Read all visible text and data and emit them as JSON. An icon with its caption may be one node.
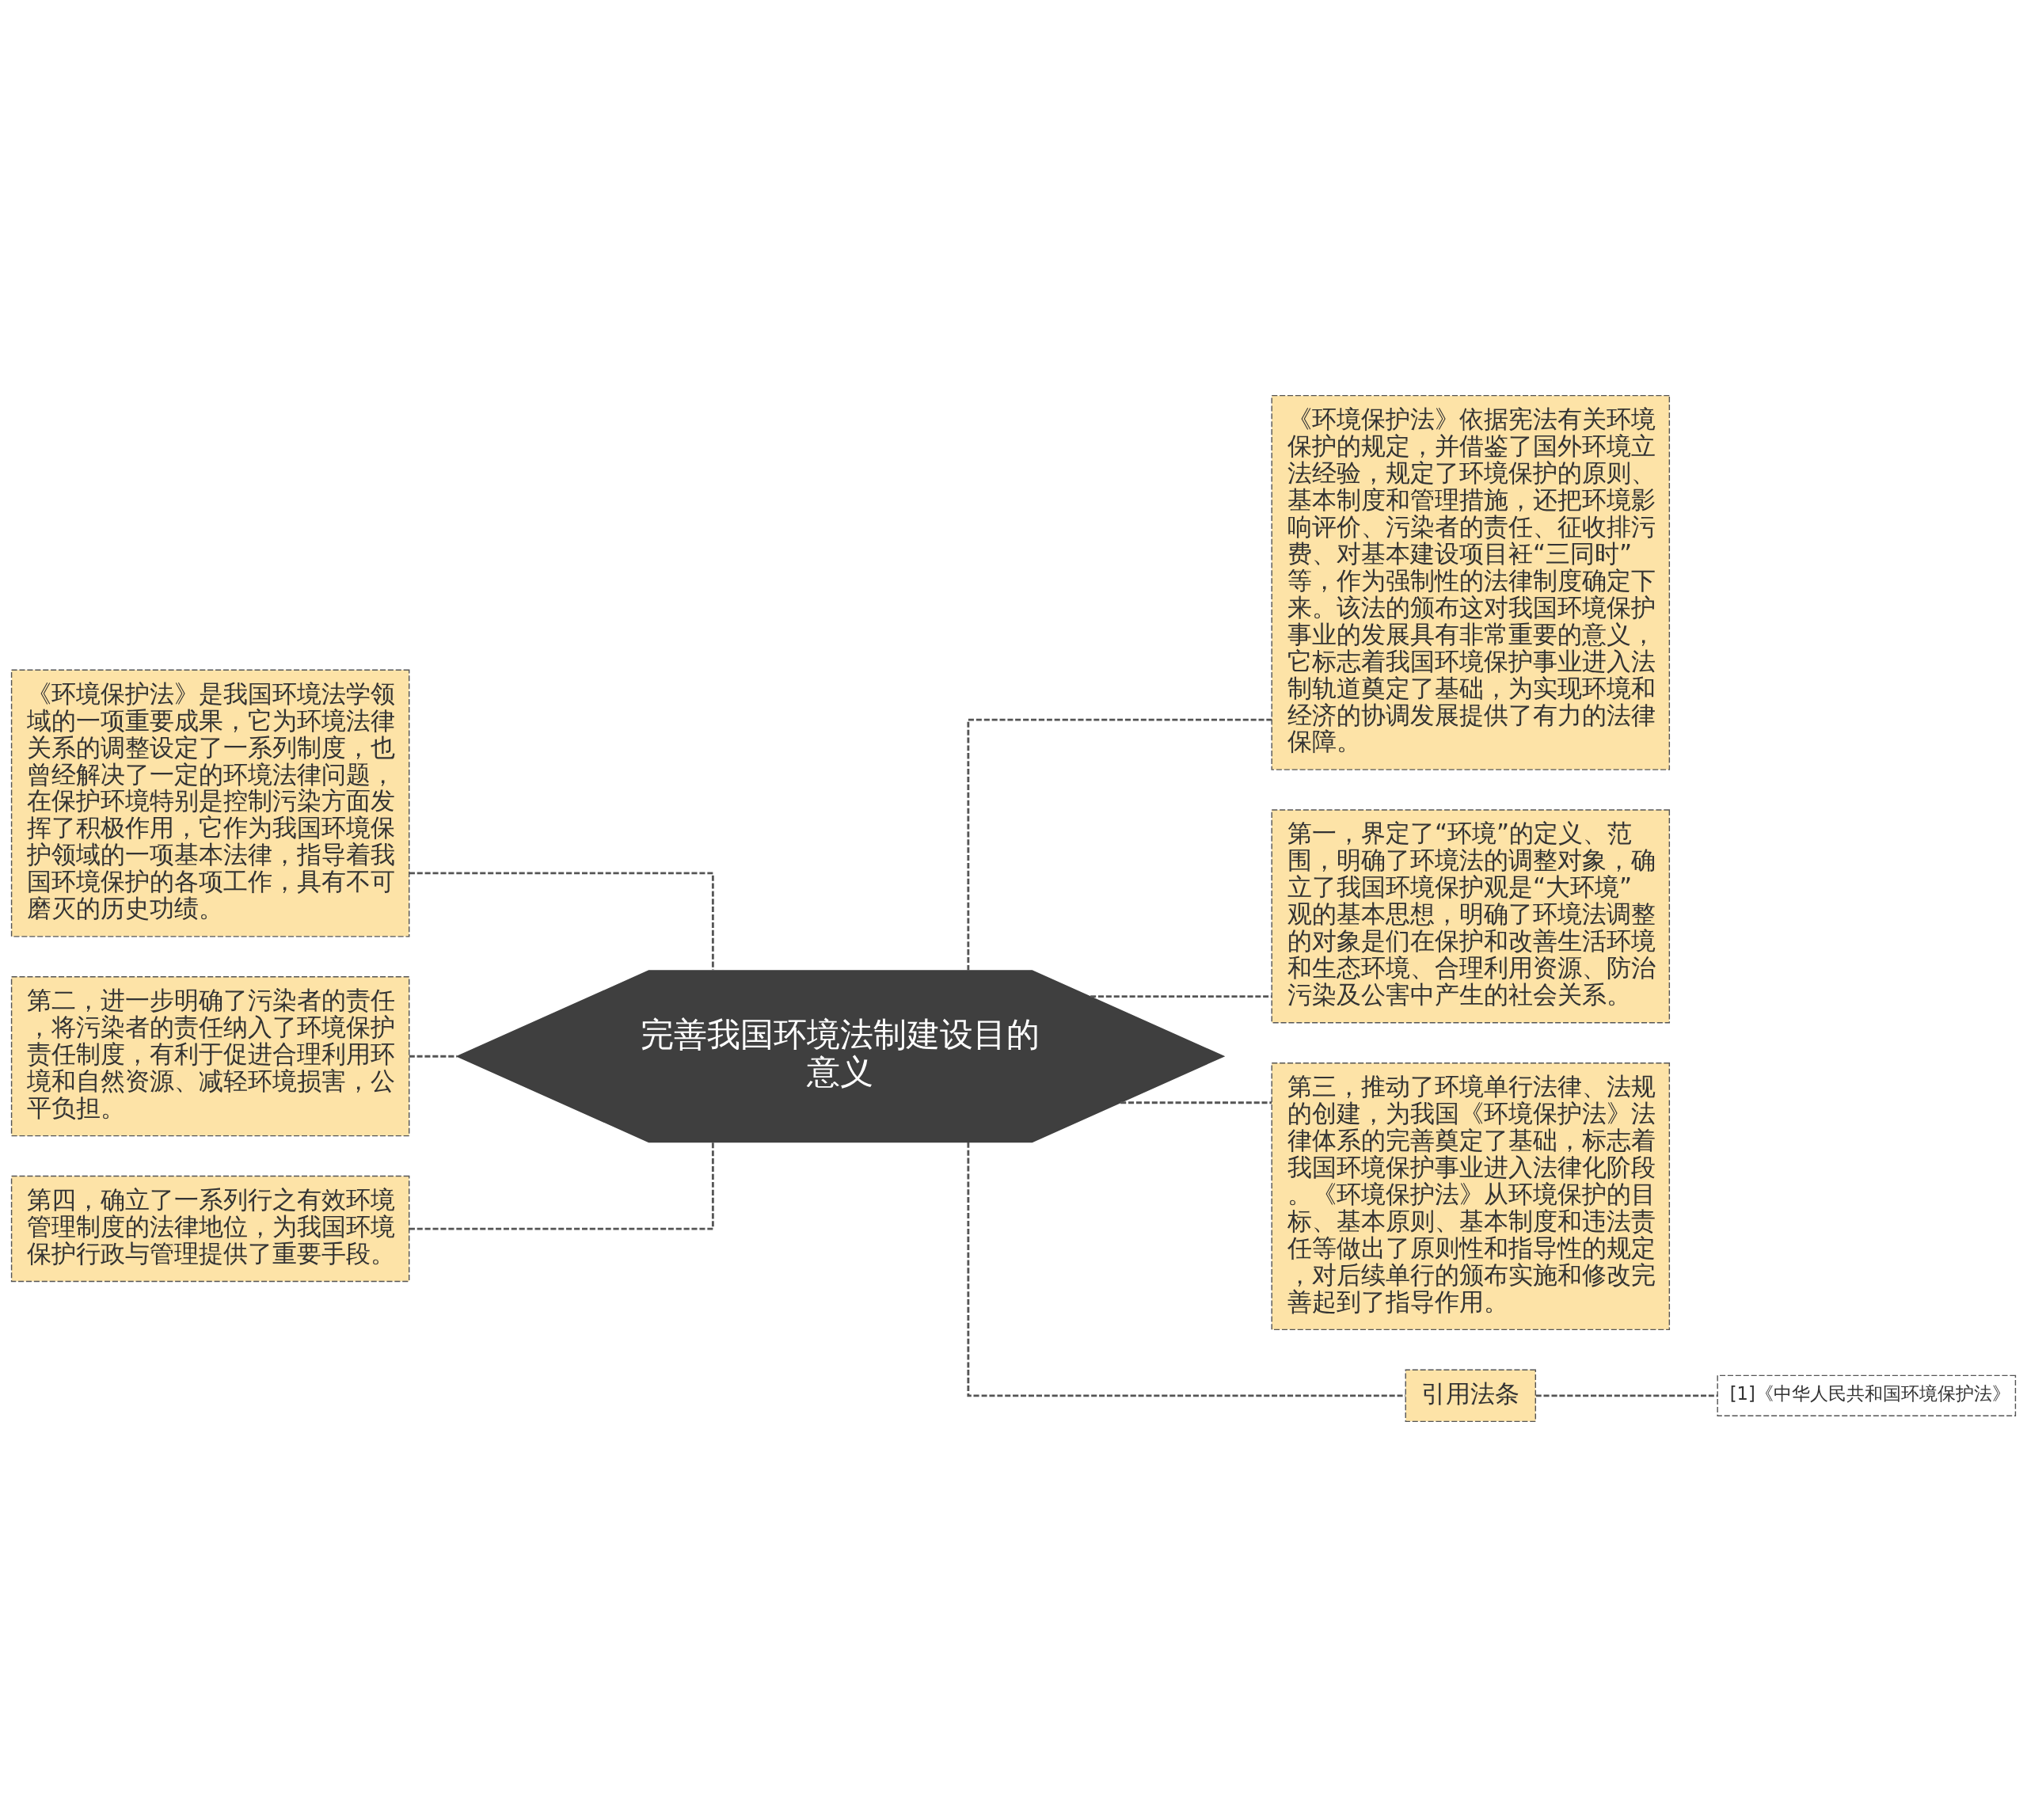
{
  "diagram": {
    "nodes": [
      {
        "text": [
          "完善我国环境法制建设目的意义"
        ]
      },
      {
        "text": [
          "《环境保护法》是我国环境法学领域的一项重要成果，它为环境法律关系的调整设定了一系列制度，也曾经解决了一定的环境法律问题，在保护环境特别是控制污染方面发挥了积极作用，它作为我国环境保护领域的一项基本法律，指导着我国环境保护的各项工作，具有不可磨灭的历史功绩。"
        ]
      },
      {
        "text": [
          "第二，进一步明确了污染者的责任，将污染者的责任纳入了环境保护责任制度，有利于促进合理利用环境和自然资源、减轻环境损害，公平负担。"
        ]
      },
      {
        "text": [
          "第四，确立了一系列行之有效环境管理制度的法律地位，为我国环境保护行政与管理提供了重要手段。"
        ]
      },
      {
        "text": [
          "《环境保护法》依据宪法有关环境保护的规定，并借鉴了国外环境立法经验，规定了环境保护的原则、基本制度和管理措施，还把环境影响评价、污染者的责任、征收排污费、对基本建设项目衽“三同时”等，作为强制性的法律制度确定下来。该法的颁布这对我国环境保护事业的发展具有非常重要的意义，它标志着我国环境保护事业进入法制轨道奠定了基础，为实现环境和经济的协调发展提供了有力的法律保障。"
        ]
      },
      {
        "text": [
          "第一，界定了“环境”的定义、范围，明确了环境法的调整对象，确立了我国环境保护观是“大环境”观的基本思想，明确了环境法调整的对象是们在保护和改善生活环境和生态环境、合理利用资源、防治污染及公害中产生的社会关系。"
        ]
      },
      {
        "text": [
          "第三，推动了环境单行法律、法规的创建，为我国《环境保护法》法律体系的完善奠定了基础，标志着我国环境保护事业进入法律化阶段。《环境保护法》从环境保护的目标、基本原则、基本制度和违法责任等做出了原则性和指导性的规定，对后续单行的颁布实施和修改完善起到了指导作用。"
        ]
      },
      {
        "text": [
          "引用法条"
        ]
      },
      {
        "text": [
          "[1]《中华人民共和国环境保护法》"
        ]
      }
    ],
    "edges": [
      {
        "from": 0,
        "to": 1,
        "arrow": "none",
        "style": "dashed"
      },
      {
        "from": 0,
        "to": 2,
        "arrow": "none",
        "style": "dashed"
      },
      {
        "from": 0,
        "to": 3,
        "arrow": "none",
        "style": "dashed"
      },
      {
        "from": 0,
        "to": 4,
        "arrow": "none",
        "style": "dashed"
      },
      {
        "from": 0,
        "to": 5,
        "arrow": "none",
        "style": "dashed"
      },
      {
        "from": 0,
        "to": 6,
        "arrow": "none",
        "style": "dashed"
      },
      {
        "from": 0,
        "to": 7,
        "arrow": "none",
        "style": "dashed"
      },
      {
        "from": 7,
        "to": 8,
        "arrow": "none",
        "style": "dashed"
      }
    ]
  }
}
